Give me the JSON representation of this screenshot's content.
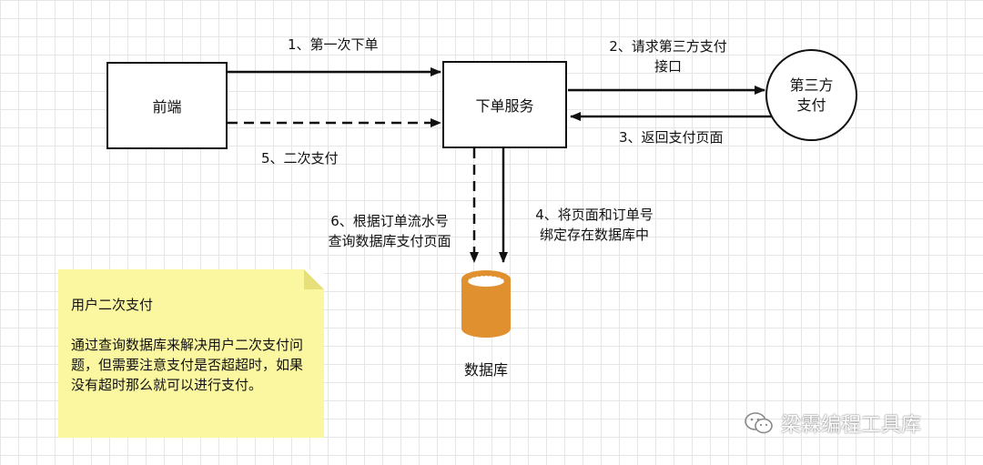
{
  "nodes": {
    "frontend": "前端",
    "order_service": "下单服务",
    "third_party": "第三方\n支付",
    "database": "数据库"
  },
  "edges": {
    "e1": "1、第一次下单",
    "e2": "2、请求第三方支付\n接口",
    "e3": "3、返回支付页面",
    "e4": "4、将页面和订单号\n绑定存在数据库中",
    "e5": "5、二次支付",
    "e6": "6、根据订单流水号\n查询数据库支付页面"
  },
  "note": {
    "title": "用户二次支付",
    "body": "通过查询数据库来解决用户二次支付问题，但需要注意支付是否超超时，如果没有超时那么就可以进行支付。"
  },
  "watermark": "梁霖编程工具库",
  "colors": {
    "note_bg": "#fbf7a1",
    "db": "#e0902e",
    "grid": "#e6e6e6"
  }
}
